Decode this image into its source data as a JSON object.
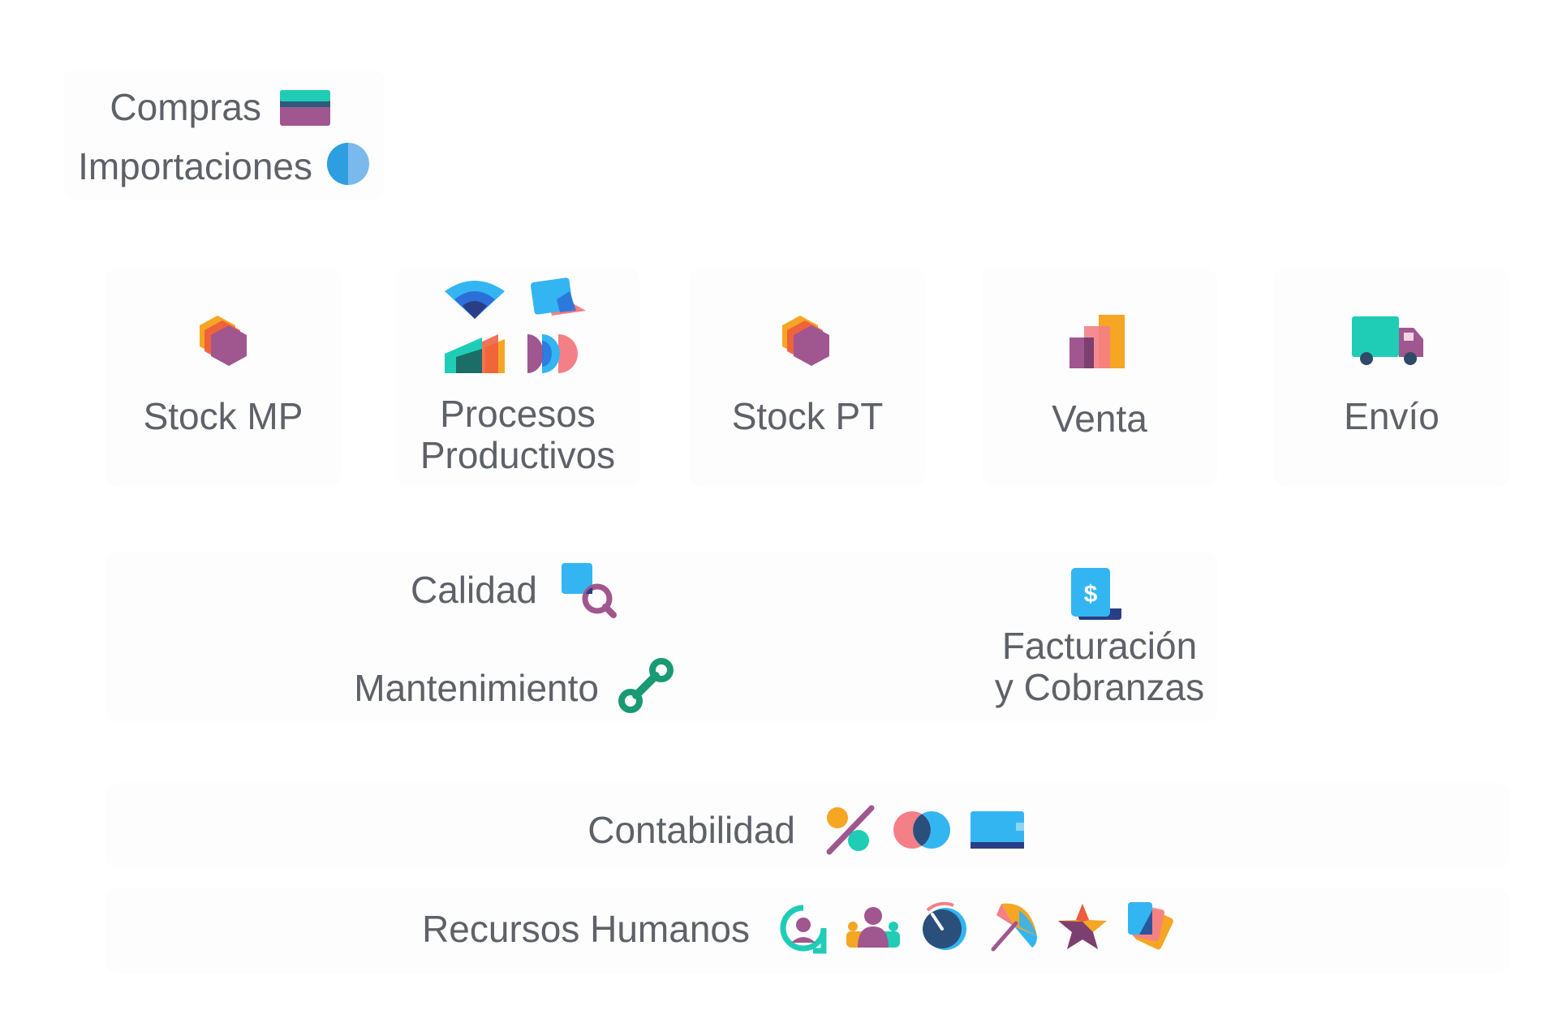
{
  "top_group": {
    "compras": "Compras",
    "importaciones": "Importaciones"
  },
  "flow": {
    "stock_mp": "Stock MP",
    "procesos_line1": "Procesos",
    "procesos_line2": "Productivos",
    "stock_pt": "Stock PT",
    "venta": "Venta",
    "envio": "Envío"
  },
  "support": {
    "calidad": "Calidad",
    "mantenimiento": "Mantenimiento",
    "facturacion_line1": "Facturación",
    "facturacion_line2": "y Cobranzas",
    "invoice_symbol": "$"
  },
  "bottom": {
    "contabilidad": "Contabilidad",
    "recursos_humanos": "Recursos Humanos"
  },
  "colors": {
    "text": "#5f6168",
    "teal": "#1fcdb6",
    "purple": "#a0568f",
    "blue": "#33b5f2",
    "navy": "#2a3e86",
    "orange": "#f5a623",
    "red": "#ef5b3c",
    "pink": "#f57f86",
    "green": "#1a9a74"
  }
}
